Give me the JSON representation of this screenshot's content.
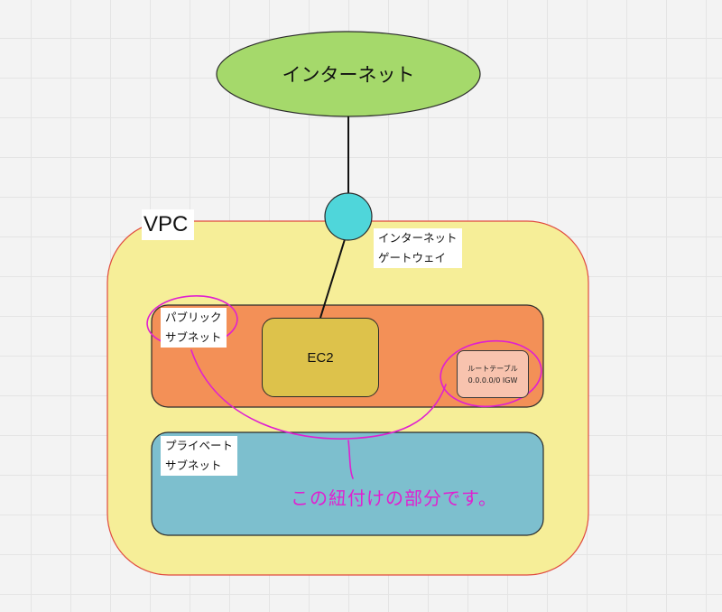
{
  "internet": {
    "label": "インターネット"
  },
  "vpc": {
    "label": "VPC"
  },
  "igw": {
    "label_line1": "インターネット",
    "label_line2": "ゲートウェイ"
  },
  "public_subnet": {
    "label_line1": "パブリック",
    "label_line2": "サブネット"
  },
  "ec2": {
    "label": "EC2"
  },
  "route_table": {
    "line1": "ルートテーブル",
    "line2": "0.0.0.0/0 IGW"
  },
  "private_subnet": {
    "label_line1": "プライベート",
    "label_line2": "サブネット"
  },
  "annotation": {
    "text": "この紐付けの部分です。"
  },
  "colors": {
    "internet_fill": "#a5d96b",
    "vpc_fill": "#f6ee98",
    "vpc_border": "#e04a3f",
    "igw_fill": "#4fd6da",
    "public_subnet_fill": "#f39057",
    "private_subnet_fill": "#7dbfce",
    "ec2_fill": "#ddc24b",
    "route_table_fill": "#f8c3ae",
    "annotation": "#e020d0"
  }
}
